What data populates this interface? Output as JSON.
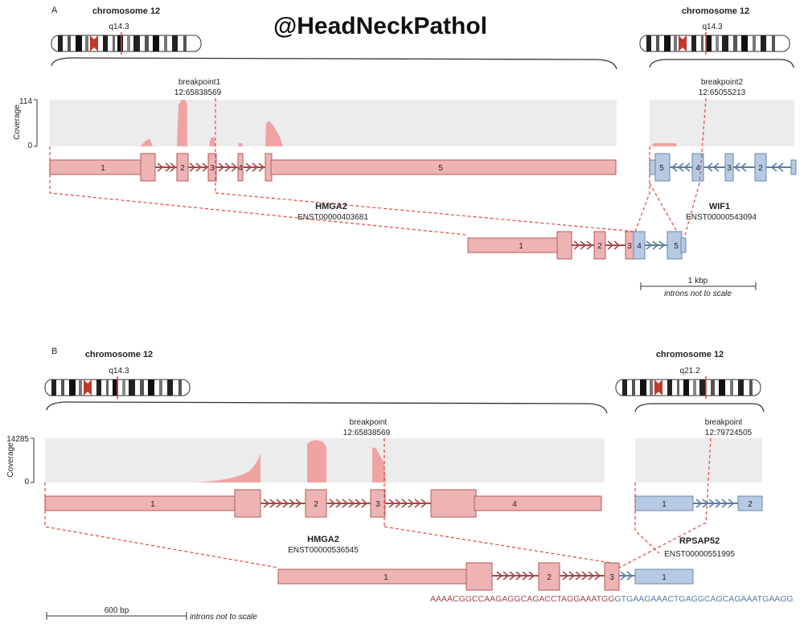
{
  "watermark": "@HeadNeckPathol",
  "colors": {
    "hmga2_exon": "#eeb4b4",
    "partner_exon": "#b6cbe3",
    "coverage": "#f0a3a3",
    "breakpoint_line": "#e0463e"
  },
  "panelA": {
    "label": "A",
    "chrom_left": {
      "title": "chromosome 12",
      "band": "q14.3"
    },
    "chrom_right": {
      "title": "chromosome 12",
      "band": "q14.3"
    },
    "coverage_axis": {
      "label": "Coverage",
      "max": "114",
      "min": "0"
    },
    "breakpoint1": {
      "label": "breakpoint1",
      "pos": "12:65838569"
    },
    "breakpoint2": {
      "label": "breakpoint2",
      "pos": "12:65055213"
    },
    "gene_left": {
      "name": "HMGA2",
      "transcript": "ENST00000403681",
      "exons": [
        "1",
        "2",
        "3",
        "4",
        "5"
      ]
    },
    "gene_right": {
      "name": "WIF1",
      "transcript": "ENST00000543094",
      "exons": [
        "5",
        "4",
        "3",
        "2"
      ]
    },
    "fusion_exons_left": [
      "1",
      "2",
      "3"
    ],
    "fusion_exons_right": [
      "4",
      "5"
    ],
    "scale": {
      "label": "1 kbp",
      "note": "introns not to scale"
    }
  },
  "panelB": {
    "label": "B",
    "chrom_left": {
      "title": "chromosome 12",
      "band": "q14.3"
    },
    "chrom_right": {
      "title": "chromosome 12",
      "band": "q21.2"
    },
    "coverage_axis": {
      "label": "Coverage",
      "max": "14285",
      "min": "0"
    },
    "breakpoint_left": {
      "label": "breakpoint",
      "pos": "12:65838569"
    },
    "breakpoint_right": {
      "label": "breakpoint",
      "pos": "12:79724505"
    },
    "gene_left": {
      "name": "HMGA2",
      "transcript": "ENST00000536545",
      "exons": [
        "1",
        "2",
        "3",
        "4"
      ]
    },
    "gene_right": {
      "name": "RPSAP52",
      "transcript": "ENST00000551995",
      "exons": [
        "1",
        "2"
      ]
    },
    "fusion_exons_left": [
      "1",
      "2",
      "3"
    ],
    "fusion_exons_right": [
      "1"
    ],
    "sequence_left": "AAAACGGCCAAGAGGCAGACCTAGGAAATGG",
    "sequence_right": "GTGAAGAAACTGAGGCAGCAGAAATGAAGG",
    "scale": {
      "label": "600 bp",
      "note": "introns not to scale"
    }
  }
}
